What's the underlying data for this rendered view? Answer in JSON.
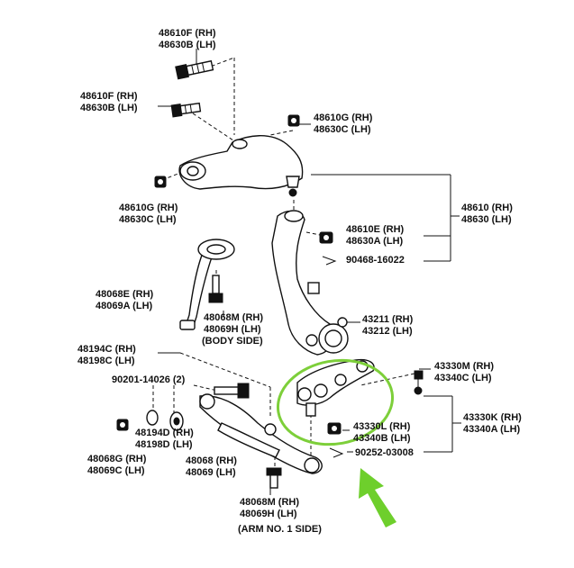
{
  "labels": {
    "ua_bolt_top_1": "48610F (RH)",
    "ua_bolt_top_2": "48630B (LH)",
    "ua_bolt_mid_1": "48610F (RH)",
    "ua_bolt_mid_2": "48630B (LH)",
    "ua_nut_right_1": "48610G (RH)",
    "ua_nut_right_2": "48630C (LH)",
    "ua_nut_left_1": "48610G (RH)",
    "ua_nut_left_2": "48630C (LH)",
    "ua_assy_1": "48610 (RH)",
    "ua_assy_2": "48630 (LH)",
    "ua_nut_lower_1": "48610E (RH)",
    "ua_nut_lower_2": "48630A (LH)",
    "cotter_pin_1": "90468-16022",
    "strut_rod_1": "48068E (RH)",
    "strut_rod_2": "48069A (LH)",
    "strut_bolt_1": "48068M (RH)",
    "strut_bolt_2": "48069H (LH)",
    "strut_bolt_3": "(BODY SIDE)",
    "knuckle_1": "43211 (RH)",
    "knuckle_2": "43212 (LH)",
    "cam_1": "48194C (RH)",
    "cam_2": "48198C (LH)",
    "bolt_90201": "90201-14026 (2)",
    "la_bolt_1": "43330M (RH)",
    "la_bolt_2": "43340C (LH)",
    "ball_nut_1": "43330L (RH)",
    "ball_nut_2": "43340B (LH)",
    "ball_assy_1": "43330K (RH)",
    "ball_assy_2": "43340A (LH)",
    "cotter_pin_2": "90252-03008",
    "washer_1": "48194D (RH)",
    "washer_2": "48198D (LH)",
    "nut_1": "48068G (RH)",
    "nut_2": "48069C (LH)",
    "lower_arm_1": "48068 (RH)",
    "lower_arm_2": "48069 (LH)",
    "arm_bolt_1": "48068M (RH)",
    "arm_bolt_2": "48069H (LH)",
    "arm_bolt_3": "(ARM NO. 1  SIDE)"
  },
  "colors": {
    "highlight": "#7dcf3a",
    "arrow": "#6ecf2c",
    "line": "#111111",
    "background": "#ffffff"
  },
  "icons": {
    "highlight": "ellipse-highlight-ring",
    "pointer": "green-arrow-icon"
  }
}
